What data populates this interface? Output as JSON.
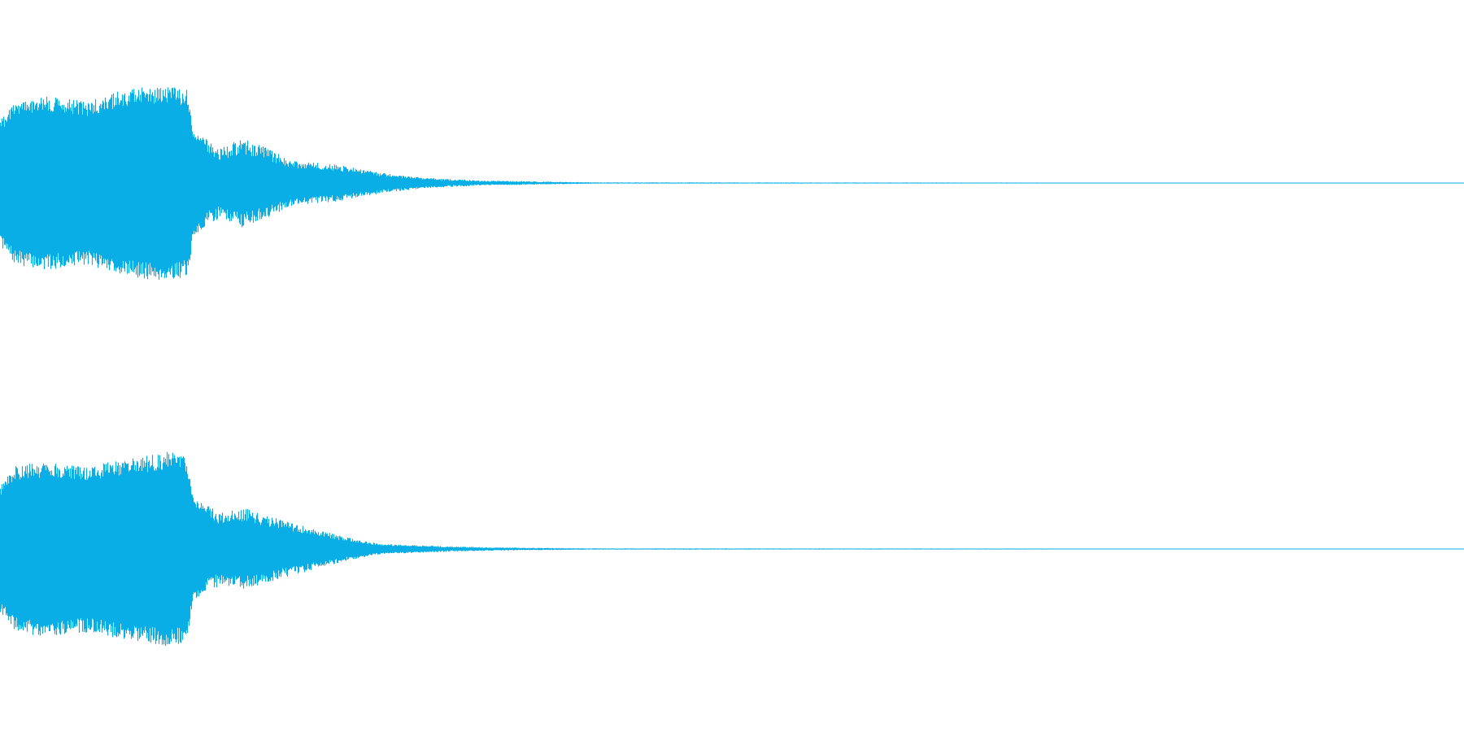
{
  "waveform": {
    "color": "#09aee6",
    "background": "#ffffff",
    "channels": [
      {
        "name": "left",
        "envelope": [
          [
            0.0,
            0.62
          ],
          [
            0.01,
            0.8
          ],
          [
            0.03,
            0.86
          ],
          [
            0.06,
            0.8
          ],
          [
            0.08,
            0.9
          ],
          [
            0.1,
            0.95
          ],
          [
            0.115,
            0.96
          ],
          [
            0.128,
            0.92
          ],
          [
            0.132,
            0.52
          ],
          [
            0.15,
            0.34
          ],
          [
            0.165,
            0.44
          ],
          [
            0.18,
            0.36
          ],
          [
            0.2,
            0.22
          ],
          [
            0.23,
            0.18
          ],
          [
            0.26,
            0.1
          ],
          [
            0.29,
            0.05
          ],
          [
            0.33,
            0.025
          ],
          [
            0.38,
            0.012
          ],
          [
            0.41,
            0.006
          ],
          [
            1.0,
            0.003
          ]
        ]
      },
      {
        "name": "right",
        "envelope": [
          [
            0.0,
            0.62
          ],
          [
            0.01,
            0.82
          ],
          [
            0.03,
            0.86
          ],
          [
            0.06,
            0.82
          ],
          [
            0.08,
            0.88
          ],
          [
            0.1,
            0.92
          ],
          [
            0.115,
            0.96
          ],
          [
            0.127,
            0.92
          ],
          [
            0.132,
            0.5
          ],
          [
            0.15,
            0.36
          ],
          [
            0.17,
            0.4
          ],
          [
            0.19,
            0.3
          ],
          [
            0.21,
            0.22
          ],
          [
            0.235,
            0.12
          ],
          [
            0.26,
            0.05
          ],
          [
            0.3,
            0.03
          ],
          [
            0.34,
            0.015
          ],
          [
            0.41,
            0.006
          ],
          [
            1.0,
            0.003
          ]
        ]
      }
    ]
  }
}
